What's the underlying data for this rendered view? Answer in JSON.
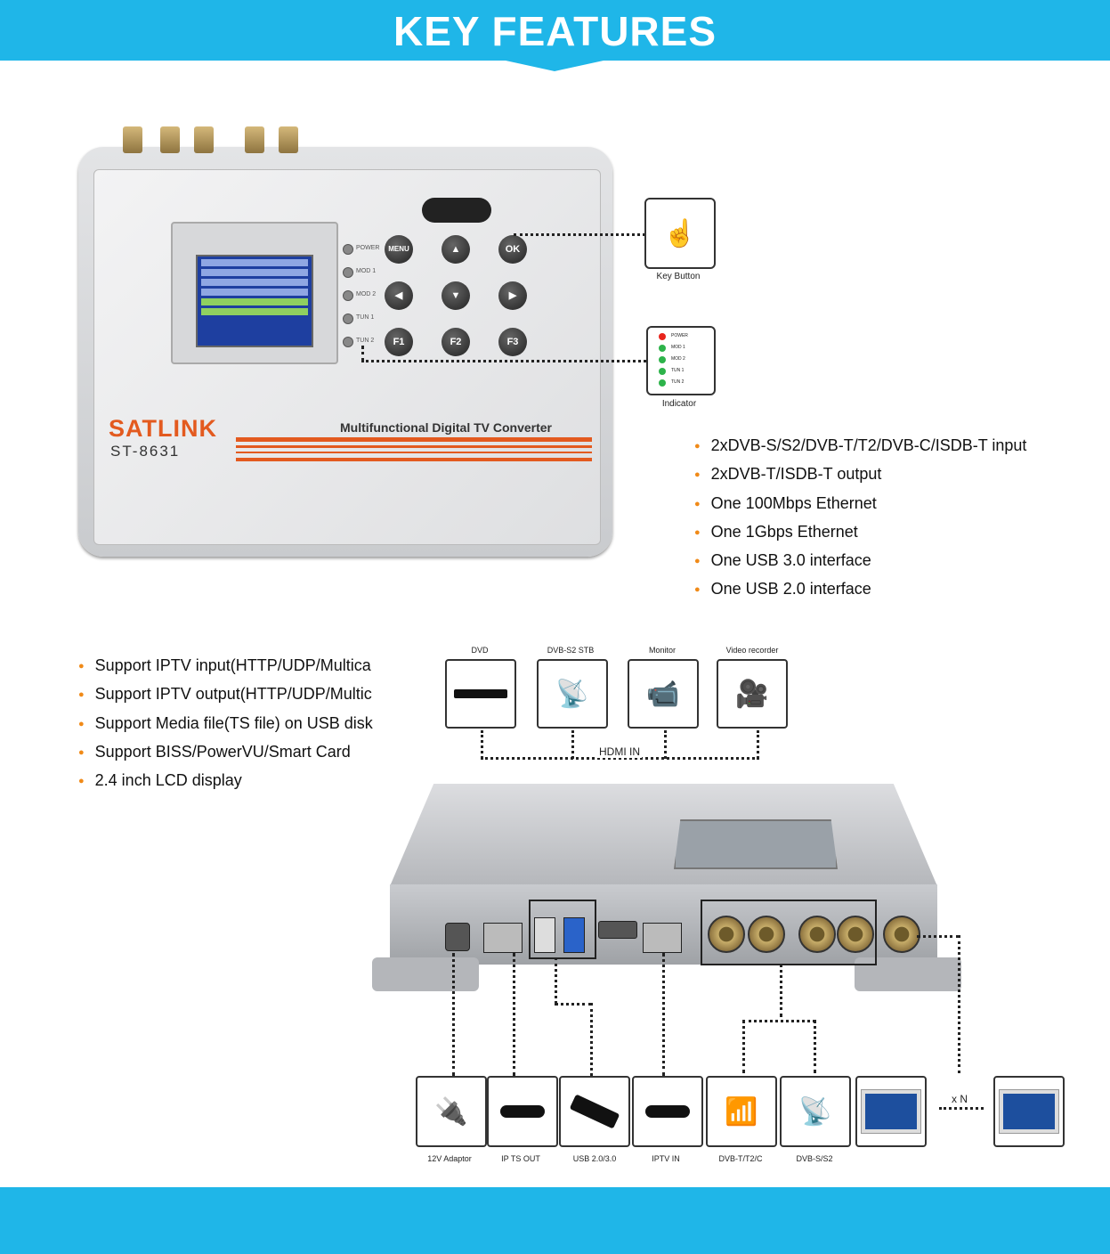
{
  "header": {
    "title": "KEY FEATURES"
  },
  "device_top": {
    "brand": "SATLINK",
    "model": "ST-8631",
    "product_line": "Multifunctional Digital TV Converter",
    "led_labels": [
      "POWER",
      "MOD 1",
      "MOD 2",
      "TUN 1",
      "TUN 2"
    ],
    "buttons": [
      "MENU",
      "▲",
      "OK",
      "◀",
      "▼",
      "▶",
      "F1",
      "F2",
      "F3"
    ]
  },
  "callouts": {
    "key_button": "Key Button",
    "indicator": "Indicator",
    "indicator_leds": [
      "POWER",
      "MOD 1",
      "MOD 2",
      "TUN 1",
      "TUN 2"
    ],
    "colors": {
      "power_led": "#e8241c",
      "status_led": "#2db34a"
    }
  },
  "features_right": [
    "2xDVB-S/S2/DVB-T/T2/DVB-C/ISDB-T input",
    "2xDVB-T/ISDB-T output",
    "One 100Mbps Ethernet",
    "One 1Gbps Ethernet",
    "One USB 3.0 interface",
    "One USB 2.0 interface"
  ],
  "features_left": [
    "Support IPTV input(HTTP/UDP/Multica",
    "Support IPTV output(HTTP/UDP/Multic",
    "Support Media file(TS file) on USB disk",
    "Support BISS/PowerVU/Smart Card",
    "2.4 inch LCD display"
  ],
  "sources": [
    "DVD",
    "DVB-S2 STB",
    "Monitor",
    "Video recorder"
  ],
  "hdmi_label": "HDMI IN",
  "outputs": [
    "12V Adaptor",
    "IP TS OUT",
    "USB 2.0/3.0",
    "IPTV IN",
    "DVB-T/T2/C",
    "DVB-S/S2"
  ],
  "repeat_label": "x N",
  "colors": {
    "accent": "#1fb6e8",
    "bullet": "#f08a18",
    "brand": "#e35a1f"
  }
}
